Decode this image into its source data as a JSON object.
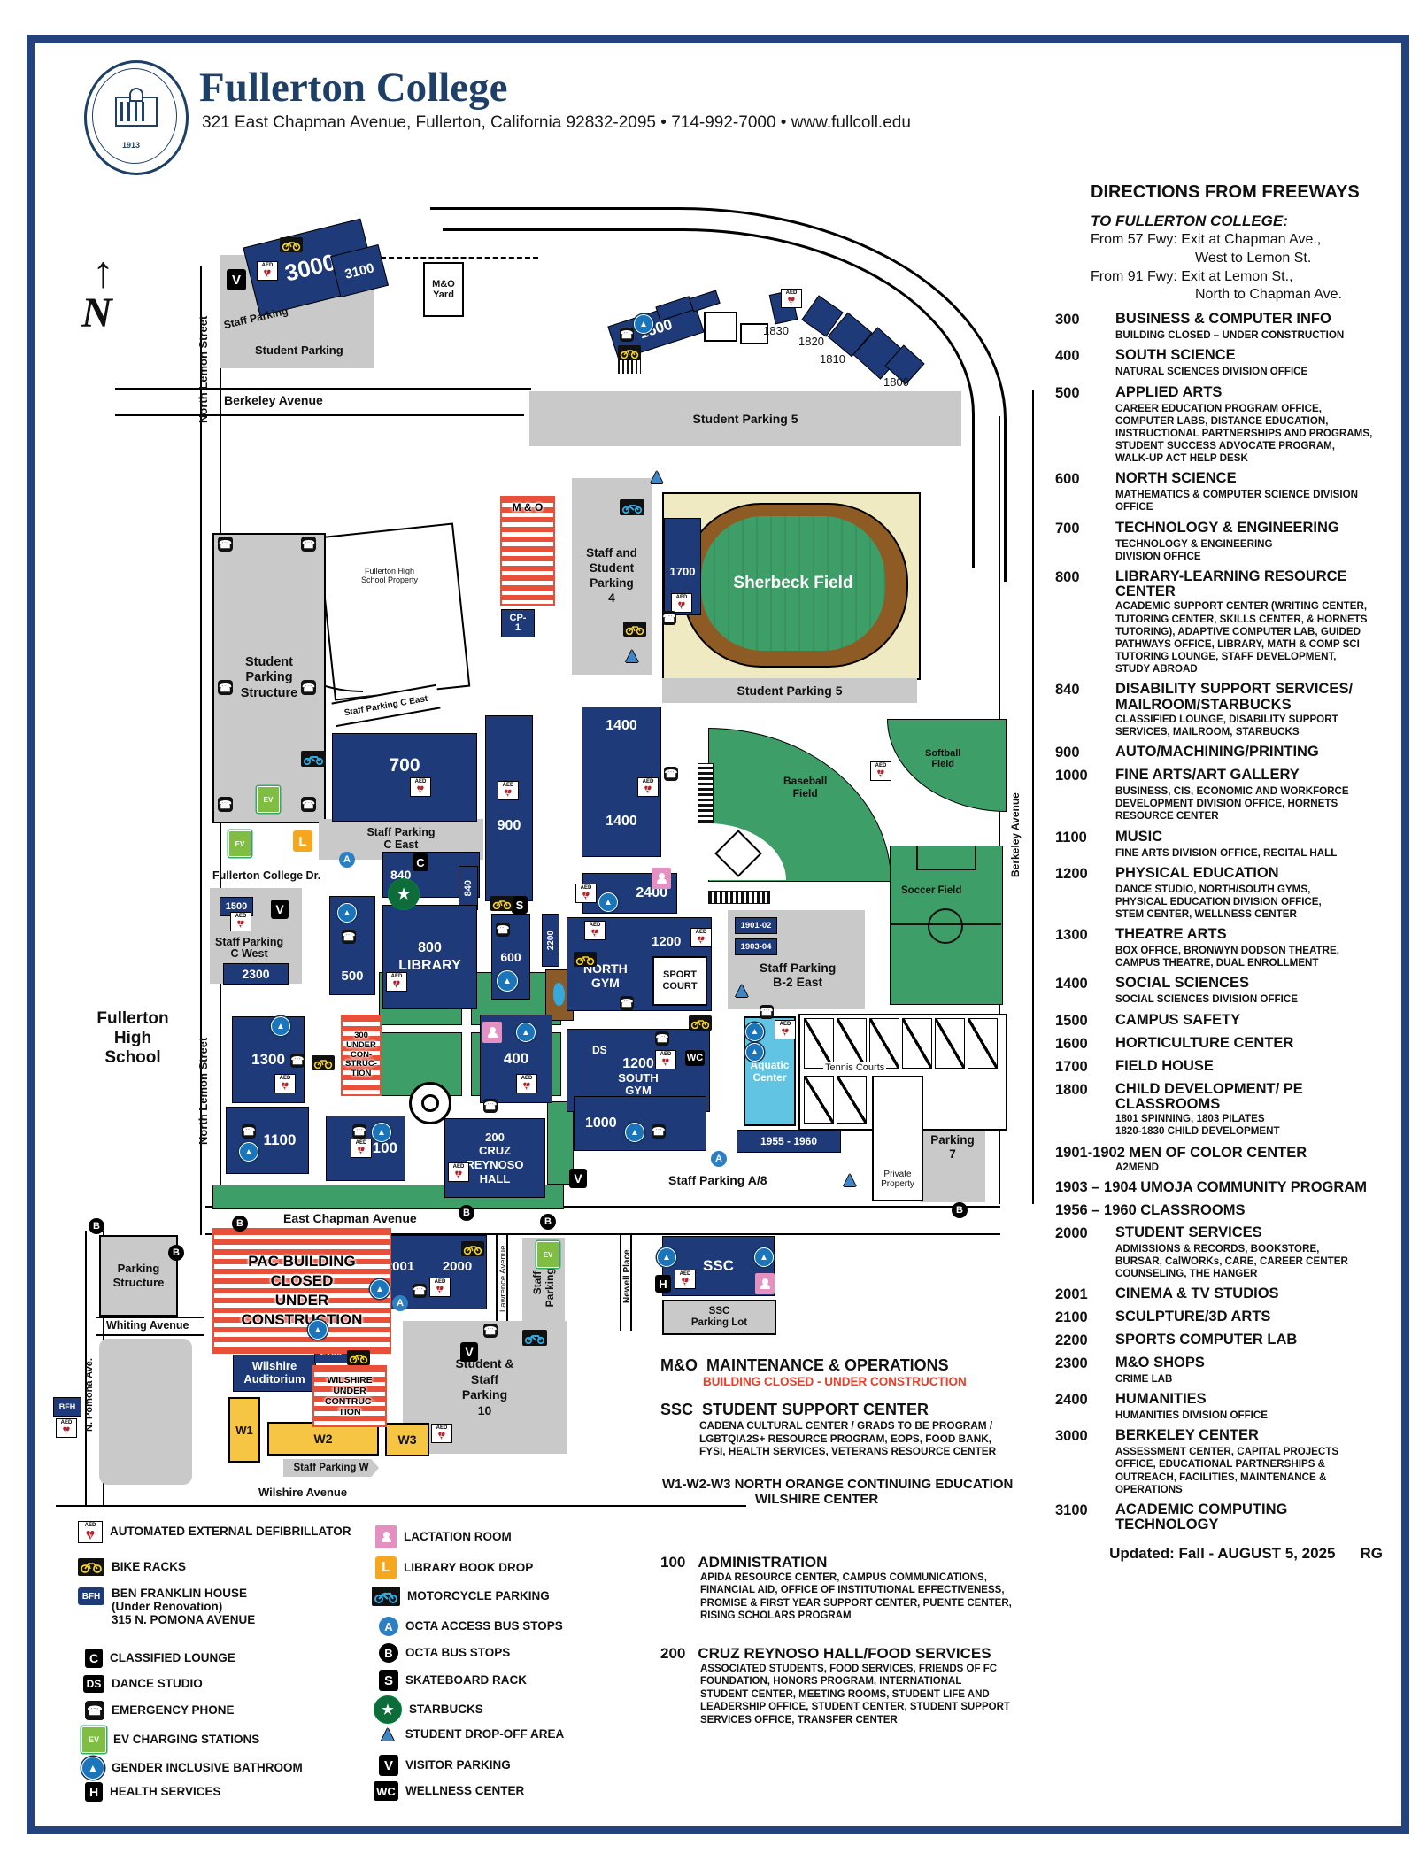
{
  "header": {
    "title": "Fullerton College",
    "address": "321 East Chapman Avenue, Fullerton, California 92832-2095 • 714-992-7000 • www.fullcoll.edu",
    "seal_year": "1913"
  },
  "icons": {
    "aed": "AED",
    "heart": "♥",
    "bolt": "ϟ",
    "phone": "☎",
    "ev": "EV",
    "v": "V",
    "h": "H",
    "c": "C",
    "ds": "DS",
    "wc": "WC",
    "s": "S",
    "a": "A",
    "b": "B",
    "l": "L",
    "bfh": "BFH",
    "star": "★",
    "tri": "▲",
    "north": "N",
    "arrow": "↑"
  },
  "map": {
    "colors": {
      "building": "#1E3A78",
      "parking": "#C9C9C9",
      "field": "#3E9E68",
      "track": "#8F5B25",
      "cream": "#EFEAC1",
      "construction": "#E8503A",
      "aquatic": "#62C4E3",
      "wilshire_building": "#F6C544",
      "frame": "#24437E"
    },
    "labels": {
      "b3000": "3000",
      "b3100": "3100",
      "mo_yard": "M&O\nYard",
      "staff_parking": "Staff Parking",
      "student_parking": "Student Parking",
      "berkeley": "Berkeley Avenue",
      "north_lemon": "North Lemon Street",
      "b1600": "1600",
      "b1830": "1830",
      "b1820": "1820",
      "b1810": "1810",
      "b1800": "1800",
      "sp5": "Student Parking 5",
      "mo": "M & O",
      "cp1": "CP-\n1",
      "ssp4": "Staff and\nStudent\nParking\n4",
      "b1700": "1700",
      "sherbeck": "Sherbeck Field",
      "fhs_prop": "Fullerton High\nSchool Property",
      "sps": "Student\nParking\nStructure",
      "spce1": "Staff Parking C East",
      "spce2": "Staff Parking\nC East",
      "b700": "700",
      "b900": "900",
      "b1400": "1400",
      "softball": "Softball\nField",
      "baseball": "Baseball\nField",
      "soccer": "Soccer Field",
      "fcd": "Fullerton College Dr.",
      "b840": "840",
      "b800": "800\nLIBRARY",
      "b600": "600",
      "b2200": "2200",
      "b500": "500",
      "b2400": "2400",
      "north_gym": "NORTH\nGYM",
      "sport_court": "SPORT\nCOURT",
      "b1901": "1901-02",
      "b1903": "1903-04",
      "spb2": "Staff Parking\nB-2 East",
      "b1500": "1500",
      "spcw": "Staff Parking\nC West",
      "b2300": "2300",
      "fhs": "Fullerton\nHigh\nSchool",
      "b300": "300\nUNDER\nCON-\nSTRUC-\nTION",
      "b1300": "1300",
      "b1200": "1200",
      "south_gym": "SOUTH\nGYM",
      "aquatic": "Aquatic\nCenter",
      "tennis": "Tennis Courts",
      "b1100": "1100",
      "b100": "100",
      "b400": "400",
      "cruz": "200\nCRUZ\nREYNOSO\nHALL",
      "b1000": "1000",
      "b1955": "1955 - 1960",
      "spa8": "Staff Parking A/8",
      "private": "Private\nProperty",
      "sp7": "Student\nParking\n7",
      "chapman": "East Chapman Avenue",
      "pac": "PAC BUILDING\nCLOSED\nUNDER\nCONSTRUCTION",
      "b2001": "2001",
      "b2000": "2000",
      "lawrence": "Lawrence Avenue",
      "spe": "Staff\nParking E",
      "newell": "Newell Place",
      "ps": "Parking\nStructure",
      "whiting": "Whiting Avenue",
      "pomona": "N. Pomona Ave.",
      "wilshire_aud": "Wilshire\nAuditorium",
      "b2100": "2100",
      "wilshire_uc": "WILSHIRE\nUNDER\nCONTRUC-\nTION",
      "w1": "W1",
      "w2": "W2",
      "w3": "W3",
      "spw": "Staff Parking W",
      "wilshire_ave": "Wilshire Avenue",
      "ssc": "SSC",
      "ssc_lot": "SSC\nParking Lot",
      "ssp10": "Student &\nStaff\nParking\n10"
    }
  },
  "sidebar": {
    "title": "DIRECTIONS FROM FREEWAYS",
    "to": "TO FULLERTON COLLEGE:",
    "from57a": "From 57 Fwy: Exit at Chapman Ave.,",
    "from57b": "West to Lemon St.",
    "from91a": "From 91 Fwy: Exit at Lemon St.,",
    "from91b": "North to Chapman Ave.",
    "items": [
      {
        "num": "300",
        "name": "BUSINESS & COMPUTER INFO",
        "desc": "BUILDING CLOSED – UNDER CONSTRUCTION"
      },
      {
        "num": "400",
        "name": "SOUTH SCIENCE",
        "desc": "NATURAL SCIENCES DIVISION OFFICE"
      },
      {
        "num": "500",
        "name": "APPLIED ARTS",
        "desc": "CAREER EDUCATION PROGRAM OFFICE,\nCOMPUTER LABS, DISTANCE EDUCATION,\nINSTRUCTIONAL PARTNERSHIPS AND PROGRAMS,\nSTUDENT SUCCESS ADVOCATE PROGRAM,\nWALK-UP ACT HELP DESK"
      },
      {
        "num": "600",
        "name": "NORTH SCIENCE",
        "desc": "MATHEMATICS & COMPUTER SCIENCE DIVISION OFFICE"
      },
      {
        "num": "700",
        "name": "TECHNOLOGY & ENGINEERING",
        "desc": "TECHNOLOGY & ENGINEERING\nDIVISION OFFICE"
      },
      {
        "num": "800",
        "name": "LIBRARY-LEARNING RESOURCE CENTER",
        "desc": "ACADEMIC SUPPORT CENTER (WRITING CENTER,\nTUTORING CENTER, SKILLS CENTER, & HORNETS\nTUTORING), ADAPTIVE COMPUTER LAB, GUIDED\nPATHWAYS OFFICE, LIBRARY, MATH & COMP SCI\nTUTORING LOUNGE, STAFF DEVELOPMENT,\nSTUDY ABROAD"
      },
      {
        "num": "840",
        "name": "DISABILITY SUPPORT SERVICES/ MAILROOM/STARBUCKS",
        "desc": "CLASSIFIED LOUNGE, DISABILITY SUPPORT\nSERVICES, MAILROOM, STARBUCKS"
      },
      {
        "num": "900",
        "name": "AUTO/MACHINING/PRINTING",
        "desc": ""
      },
      {
        "num": "1000",
        "name": "FINE ARTS/ART GALLERY",
        "desc": "BUSINESS, CIS, ECONOMIC AND WORKFORCE\nDEVELOPMENT DIVISION OFFICE, HORNETS\nRESOURCE CENTER"
      },
      {
        "num": "1100",
        "name": "MUSIC",
        "desc": "FINE ARTS DIVISION OFFICE, RECITAL HALL"
      },
      {
        "num": "1200",
        "name": "PHYSICAL EDUCATION",
        "desc": "DANCE STUDIO, NORTH/SOUTH GYMS,\nPHYSICAL EDUCATION DIVISION OFFICE,\nSTEM CENTER, WELLNESS CENTER"
      },
      {
        "num": "1300",
        "name": "THEATRE ARTS",
        "desc": "BOX OFFICE, BRONWYN DODSON THEATRE,\nCAMPUS THEATRE, DUAL ENROLLMENT"
      },
      {
        "num": "1400",
        "name": "SOCIAL SCIENCES",
        "desc": "SOCIAL SCIENCES DIVISION OFFICE"
      },
      {
        "num": "1500",
        "name": "CAMPUS SAFETY",
        "desc": ""
      },
      {
        "num": "1600",
        "name": "HORTICULTURE CENTER",
        "desc": ""
      },
      {
        "num": "1700",
        "name": "FIELD HOUSE",
        "desc": ""
      },
      {
        "num": "1800",
        "name": "CHILD DEVELOPMENT/ PE CLASSROOMS",
        "desc": "1801 SPINNING, 1803 PILATES\n1820-1830 CHILD DEVELOPMENT"
      },
      {
        "num": "1901-1902",
        "name": "MEN OF COLOR CENTER",
        "desc": "A2MEND"
      },
      {
        "num": "1903 – 1904",
        "name": "UMOJA COMMUNITY PROGRAM",
        "desc": ""
      },
      {
        "num": "1956 – 1960",
        "name": "CLASSROOMS",
        "desc": ""
      },
      {
        "num": "2000",
        "name": "STUDENT SERVICES",
        "desc": "ADMISSIONS & RECORDS, BOOKSTORE,\nBURSAR, CalWORKs, CARE, CAREER CENTER\nCOUNSELING, THE HANGER"
      },
      {
        "num": "2001",
        "name": "CINEMA & TV STUDIOS",
        "desc": ""
      },
      {
        "num": "2100",
        "name": "SCULPTURE/3D ARTS",
        "desc": ""
      },
      {
        "num": "2200",
        "name": "SPORTS COMPUTER LAB",
        "desc": ""
      },
      {
        "num": "2300",
        "name": "M&O SHOPS",
        "desc": "CRIME LAB"
      },
      {
        "num": "2400",
        "name": "HUMANITIES",
        "desc": "HUMANITIES DIVISION OFFICE"
      },
      {
        "num": "3000",
        "name": "BERKELEY CENTER",
        "desc": "ASSESSMENT CENTER, CAPITAL PROJECTS\nOFFICE, EDUCATIONAL PARTNERSHIPS &\nOUTREACH, FACILITIES, MAINTENANCE &\nOPERATIONS"
      },
      {
        "num": "3100",
        "name": "ACADEMIC COMPUTING TECHNOLOGY",
        "desc": ""
      }
    ],
    "updated": "Updated: Fall - AUGUST 5, 2025",
    "rg": "RG"
  },
  "notes": {
    "mo_abbr": "M&O",
    "mo_name": "MAINTENANCE & OPERATIONS",
    "mo_sub": "BUILDING CLOSED - UNDER CONSTRUCTION",
    "ssc_abbr": "SSC",
    "ssc_name": "STUDENT SUPPORT CENTER",
    "ssc_desc": "CADENA CULTURAL CENTER / GRADS TO BE PROGRAM /\nLGBTQIA2S+ RESOURCE PROGRAM, EOPS, FOOD BANK,\nFYSI, HEALTH SERVICES, VETERANS RESOURCE CENTER",
    "w_abbr": "W1-W2-W3",
    "w_name": "NORTH ORANGE CONTINUING EDUCATION",
    "w_sub": "WILSHIRE CENTER",
    "admin_num": "100",
    "admin_name": "ADMINISTRATION",
    "admin_desc": "APIDA RESOURCE CENTER, CAMPUS COMMUNICATIONS,\nFINANCIAL AID, OFFICE OF INSTITUTIONAL EFFECTIVENESS,\nPROMISE & FIRST YEAR SUPPORT CENTER, PUENTE CENTER,\nRISING SCHOLARS PROGRAM",
    "cruz_num": "200",
    "cruz_name": "CRUZ REYNOSO HALL/FOOD SERVICES",
    "cruz_desc": "ASSOCIATED STUDENTS, FOOD SERVICES, FRIENDS OF FC\nFOUNDATION, HONORS PROGRAM, INTERNATIONAL\nSTUDENT CENTER, MEETING ROOMS, STUDENT LIFE AND\nLEADERSHIP OFFICE, STUDENT CENTER, STUDENT SUPPORT\nSERVICES OFFICE, TRANSFER CENTER"
  },
  "legend": {
    "col1": [
      {
        "icon": "aed-icon",
        "label": "AUTOMATED EXTERNAL DEFIBRILLATOR"
      },
      {
        "icon": "bike-racks-icon",
        "label": "BIKE RACKS"
      },
      {
        "icon": "bfh-icon",
        "label": "BEN FRANKLIN HOUSE\n(Under Renovation)\n315 N. POMONA AVENUE"
      },
      {
        "icon": "classified-lounge-icon",
        "label": "CLASSIFIED LOUNGE"
      },
      {
        "icon": "dance-studio-icon",
        "label": "DANCE STUDIO"
      },
      {
        "icon": "emergency-phone-icon",
        "label": "EMERGENCY PHONE"
      },
      {
        "icon": "ev-charging-icon",
        "label": "EV CHARGING STATIONS"
      },
      {
        "icon": "gender-inclusive-bathroom-icon",
        "label": "GENDER INCLUSIVE BATHROOM"
      },
      {
        "icon": "health-services-icon",
        "label": "HEALTH SERVICES"
      }
    ],
    "col2": [
      {
        "icon": "lactation-room-icon",
        "label": "LACTATION ROOM"
      },
      {
        "icon": "library-book-drop-icon",
        "label": "LIBRARY BOOK DROP"
      },
      {
        "icon": "motorcycle-parking-icon",
        "label": "MOTORCYCLE PARKING"
      },
      {
        "icon": "octa-access-icon",
        "label": "OCTA ACCESS BUS STOPS"
      },
      {
        "icon": "octa-bus-icon",
        "label": "OCTA BUS STOPS"
      },
      {
        "icon": "skateboard-rack-icon",
        "label": "SKATEBOARD RACK"
      },
      {
        "icon": "starbucks-icon",
        "label": "STARBUCKS"
      },
      {
        "icon": "student-dropoff-icon",
        "label": "STUDENT DROP-OFF AREA"
      },
      {
        "icon": "visitor-parking-icon",
        "label": "VISITOR PARKING"
      },
      {
        "icon": "wellness-center-icon",
        "label": "WELLNESS CENTER"
      }
    ]
  }
}
